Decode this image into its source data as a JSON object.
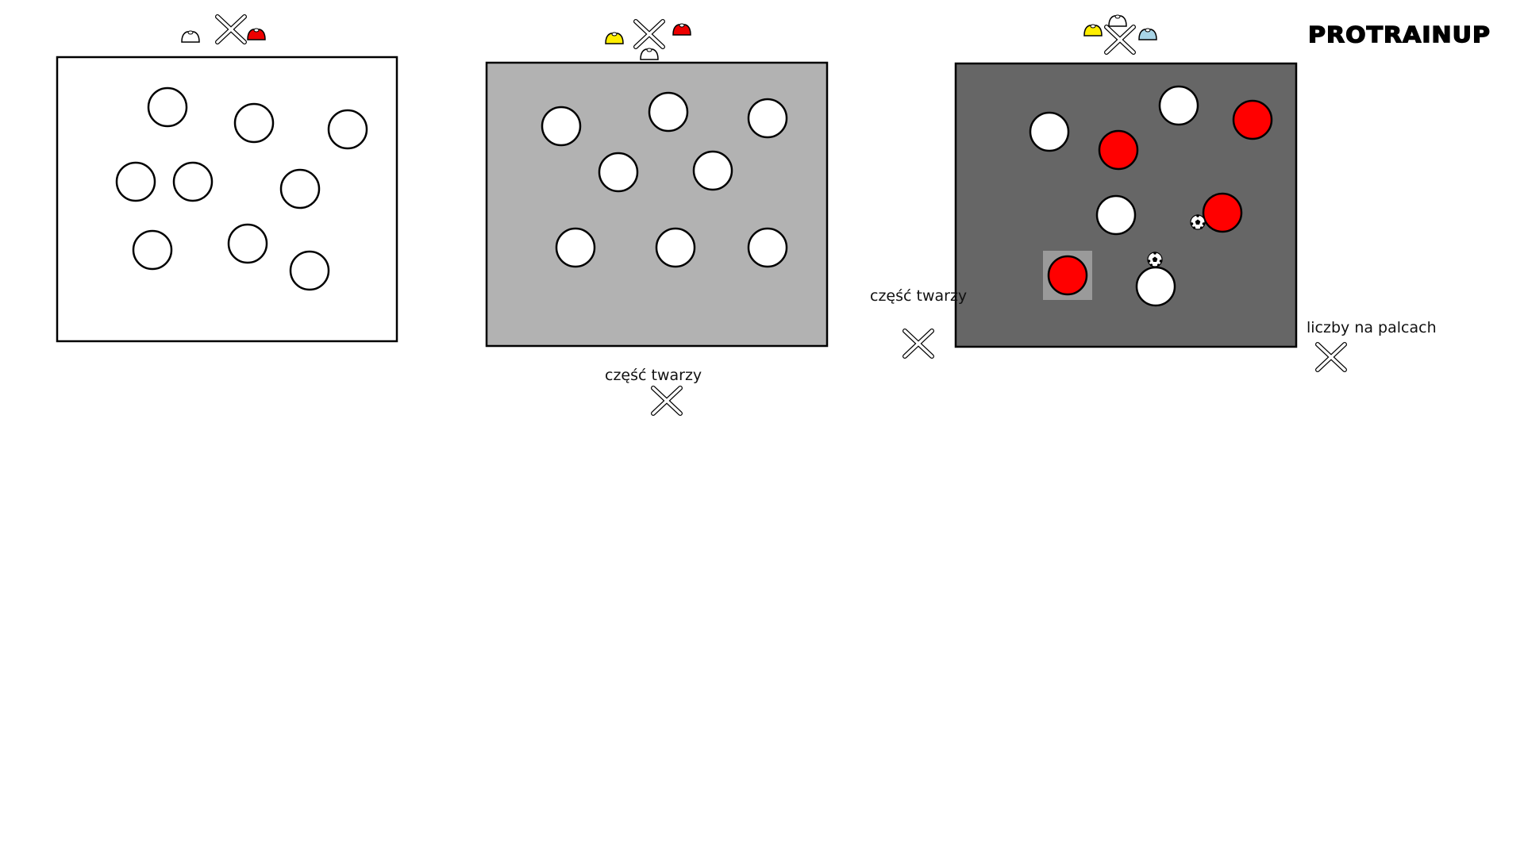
{
  "brand": {
    "name": "PROTRAINUP"
  },
  "labels": {
    "face_part_drill2": "część twarzy",
    "face_part_drill3": "część twarzy",
    "finger_numbers": "liczby na palcach"
  },
  "colors": {
    "pitch_1": "#ffffff",
    "pitch_2": "#b2b2b2",
    "pitch_3": "#666666",
    "hoop_white": "#ffffff",
    "hoop_red": "#ff0000",
    "cone_yellow": "#ffee00",
    "cone_red": "#ee0000",
    "cone_white": "#ffffff",
    "cone_blue": "#a8d4e6",
    "highlight": "#9a9a9a",
    "stroke": "#000000"
  },
  "icons": [
    "player-x-icon",
    "cone-icon",
    "hoop-icon",
    "ball-icon"
  ]
}
